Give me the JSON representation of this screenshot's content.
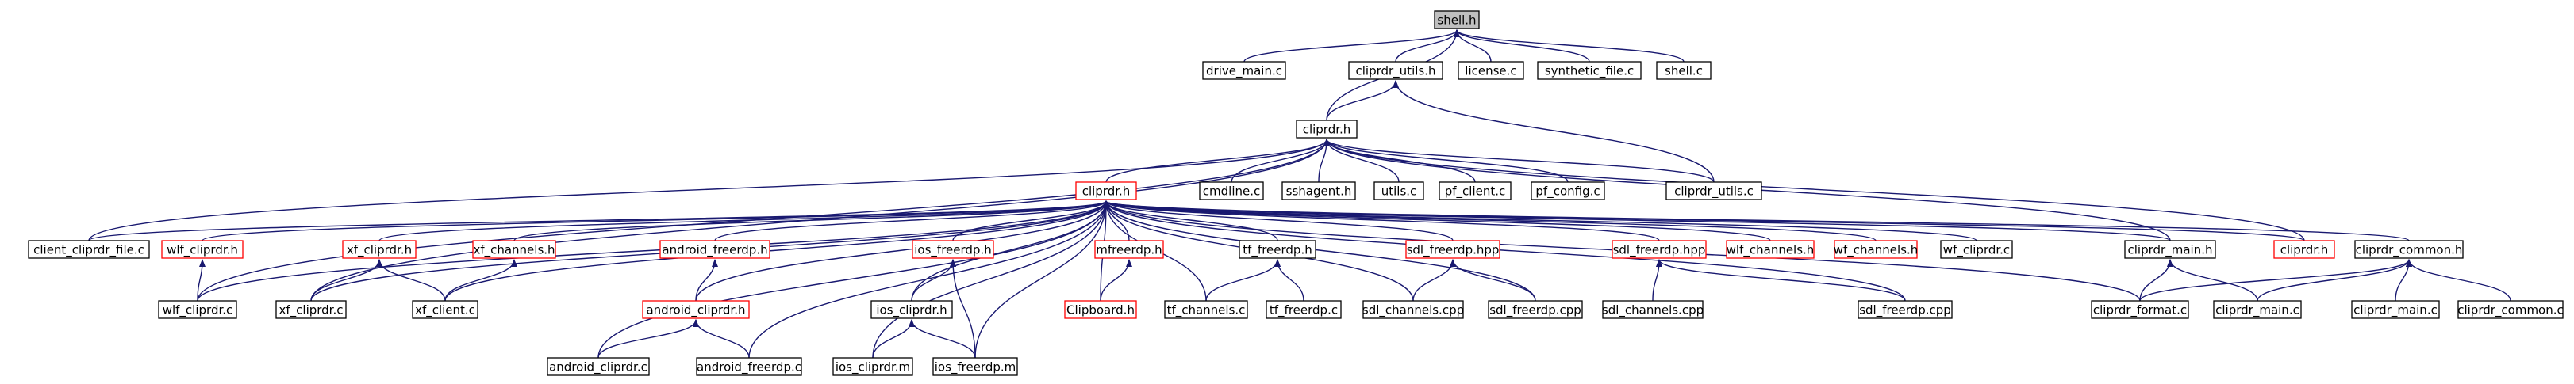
{
  "graph": {
    "type": "include-dependency-graph",
    "edge_color": "#191970",
    "node_colors": {
      "root_fill": "#bfbfbf",
      "normal_border": "#000000",
      "truncated_border": "#ff0000"
    },
    "nodes": [
      {
        "id": "shell_h",
        "label": "shell.h",
        "kind": "root"
      },
      {
        "id": "drive_main_c",
        "label": "drive_main.c",
        "kind": "black"
      },
      {
        "id": "cliprdr_utils_h",
        "label": "cliprdr_utils.h",
        "kind": "black"
      },
      {
        "id": "license_c",
        "label": "license.c",
        "kind": "black"
      },
      {
        "id": "synthetic_file_c",
        "label": "synthetic_file.c",
        "kind": "black"
      },
      {
        "id": "shell_c",
        "label": "shell.c",
        "kind": "black"
      },
      {
        "id": "cliprdr_h_mid",
        "label": "cliprdr.h",
        "kind": "black"
      },
      {
        "id": "cmdline_c",
        "label": "cmdline.c",
        "kind": "black"
      },
      {
        "id": "sshagent_h",
        "label": "sshagent.h",
        "kind": "black"
      },
      {
        "id": "utils_c",
        "label": "utils.c",
        "kind": "black"
      },
      {
        "id": "pf_client_c",
        "label": "pf_client.c",
        "kind": "black"
      },
      {
        "id": "pf_config_c",
        "label": "pf_config.c",
        "kind": "black"
      },
      {
        "id": "cliprdr_utils_c",
        "label": "cliprdr_utils.c",
        "kind": "black"
      },
      {
        "id": "cliprdr_h_red",
        "label": "cliprdr.h",
        "kind": "red"
      },
      {
        "id": "client_cliprdr_file_c",
        "label": "client_cliprdr_file.c",
        "kind": "black"
      },
      {
        "id": "wlf_cliprdr_h",
        "label": "wlf_cliprdr.h",
        "kind": "red"
      },
      {
        "id": "xf_cliprdr_h",
        "label": "xf_cliprdr.h",
        "kind": "red"
      },
      {
        "id": "xf_channels_h",
        "label": "xf_channels.h",
        "kind": "red"
      },
      {
        "id": "android_freerdp_h",
        "label": "android_freerdp.h",
        "kind": "red"
      },
      {
        "id": "ios_freerdp_h",
        "label": "ios_freerdp.h",
        "kind": "red"
      },
      {
        "id": "mfreerdp_h",
        "label": "mfreerdp.h",
        "kind": "red"
      },
      {
        "id": "tf_freerdp_h",
        "label": "tf_freerdp.h",
        "kind": "black"
      },
      {
        "id": "sdl_freerdp_hpp_1",
        "label": "sdl_freerdp.hpp",
        "kind": "red"
      },
      {
        "id": "sdl_freerdp_hpp_2",
        "label": "sdl_freerdp.hpp",
        "kind": "red"
      },
      {
        "id": "wlf_channels_h",
        "label": "wlf_channels.h",
        "kind": "red"
      },
      {
        "id": "wf_channels_h",
        "label": "wf_channels.h",
        "kind": "red"
      },
      {
        "id": "wf_cliprdr_c",
        "label": "wf_cliprdr.c",
        "kind": "black"
      },
      {
        "id": "cliprdr_main_h",
        "label": "cliprdr_main.h",
        "kind": "black"
      },
      {
        "id": "cliprdr_h_red2",
        "label": "cliprdr.h",
        "kind": "red"
      },
      {
        "id": "cliprdr_common_h",
        "label": "cliprdr_common.h",
        "kind": "black"
      },
      {
        "id": "wlf_cliprdr_c",
        "label": "wlf_cliprdr.c",
        "kind": "black"
      },
      {
        "id": "xf_cliprdr_c",
        "label": "xf_cliprdr.c",
        "kind": "black"
      },
      {
        "id": "xf_client_c",
        "label": "xf_client.c",
        "kind": "black"
      },
      {
        "id": "android_cliprdr_h",
        "label": "android_cliprdr.h",
        "kind": "red"
      },
      {
        "id": "ios_cliprdr_h",
        "label": "ios_cliprdr.h",
        "kind": "black"
      },
      {
        "id": "clipboard_h",
        "label": "Clipboard.h",
        "kind": "red"
      },
      {
        "id": "tf_channels_c",
        "label": "tf_channels.c",
        "kind": "black"
      },
      {
        "id": "tf_freerdp_c",
        "label": "tf_freerdp.c",
        "kind": "black"
      },
      {
        "id": "sdl_channels_cpp_1",
        "label": "sdl_channels.cpp",
        "kind": "black"
      },
      {
        "id": "sdl_freerdp_cpp_1",
        "label": "sdl_freerdp.cpp",
        "kind": "black"
      },
      {
        "id": "sdl_channels_cpp_2",
        "label": "sdl_channels.cpp",
        "kind": "black"
      },
      {
        "id": "sdl_freerdp_cpp_2",
        "label": "sdl_freerdp.cpp",
        "kind": "black"
      },
      {
        "id": "cliprdr_format_c",
        "label": "cliprdr_format.c",
        "kind": "black"
      },
      {
        "id": "cliprdr_main_c_1",
        "label": "cliprdr_main.c",
        "kind": "black"
      },
      {
        "id": "cliprdr_main_c_2",
        "label": "cliprdr_main.c",
        "kind": "black"
      },
      {
        "id": "cliprdr_common_c",
        "label": "cliprdr_common.c",
        "kind": "black"
      },
      {
        "id": "android_cliprdr_c",
        "label": "android_cliprdr.c",
        "kind": "black"
      },
      {
        "id": "android_freerdp_c",
        "label": "android_freerdp.c",
        "kind": "black"
      },
      {
        "id": "ios_cliprdr_m",
        "label": "ios_cliprdr.m",
        "kind": "black"
      },
      {
        "id": "ios_freerdp_m",
        "label": "ios_freerdp.m",
        "kind": "black"
      }
    ],
    "edges": [
      [
        "drive_main_c",
        "shell_h"
      ],
      [
        "cliprdr_utils_h",
        "shell_h"
      ],
      [
        "license_c",
        "shell_h"
      ],
      [
        "synthetic_file_c",
        "shell_h"
      ],
      [
        "shell_c",
        "shell_h"
      ],
      [
        "cliprdr_h_mid",
        "shell_h"
      ],
      [
        "cliprdr_h_mid",
        "cliprdr_utils_h"
      ],
      [
        "cliprdr_utils_c",
        "cliprdr_utils_h"
      ],
      [
        "cliprdr_h_red",
        "cliprdr_h_mid"
      ],
      [
        "cmdline_c",
        "cliprdr_h_mid"
      ],
      [
        "sshagent_h",
        "cliprdr_h_mid"
      ],
      [
        "utils_c",
        "cliprdr_h_mid"
      ],
      [
        "pf_client_c",
        "cliprdr_h_mid"
      ],
      [
        "pf_config_c",
        "cliprdr_h_mid"
      ],
      [
        "cliprdr_utils_c",
        "cliprdr_h_mid"
      ],
      [
        "client_cliprdr_file_c",
        "cliprdr_h_mid"
      ],
      [
        "wlf_cliprdr_c",
        "cliprdr_h_mid"
      ],
      [
        "xf_cliprdr_c",
        "cliprdr_h_mid"
      ],
      [
        "cliprdr_h_red2",
        "cliprdr_h_mid"
      ],
      [
        "cliprdr_main_h",
        "cliprdr_h_mid"
      ],
      [
        "client_cliprdr_file_c",
        "cliprdr_h_red"
      ],
      [
        "wlf_cliprdr_h",
        "cliprdr_h_red"
      ],
      [
        "xf_cliprdr_h",
        "cliprdr_h_red"
      ],
      [
        "xf_channels_h",
        "cliprdr_h_red"
      ],
      [
        "android_freerdp_h",
        "cliprdr_h_red"
      ],
      [
        "ios_freerdp_h",
        "cliprdr_h_red"
      ],
      [
        "mfreerdp_h",
        "cliprdr_h_red"
      ],
      [
        "tf_freerdp_h",
        "cliprdr_h_red"
      ],
      [
        "sdl_freerdp_hpp_1",
        "cliprdr_h_red"
      ],
      [
        "sdl_freerdp_hpp_2",
        "cliprdr_h_red"
      ],
      [
        "wlf_channels_h",
        "cliprdr_h_red"
      ],
      [
        "wf_channels_h",
        "cliprdr_h_red"
      ],
      [
        "wf_cliprdr_c",
        "cliprdr_h_red"
      ],
      [
        "cliprdr_main_h",
        "cliprdr_h_red"
      ],
      [
        "cliprdr_h_red2",
        "cliprdr_h_red"
      ],
      [
        "cliprdr_common_h",
        "cliprdr_h_red"
      ],
      [
        "wlf_cliprdr_c",
        "cliprdr_h_red"
      ],
      [
        "xf_cliprdr_c",
        "cliprdr_h_red"
      ],
      [
        "xf_client_c",
        "cliprdr_h_red"
      ],
      [
        "android_cliprdr_h",
        "cliprdr_h_red"
      ],
      [
        "android_cliprdr_c",
        "cliprdr_h_red"
      ],
      [
        "android_freerdp_c",
        "cliprdr_h_red"
      ],
      [
        "ios_cliprdr_h",
        "cliprdr_h_red"
      ],
      [
        "ios_cliprdr_m",
        "cliprdr_h_red"
      ],
      [
        "ios_freerdp_m",
        "cliprdr_h_red"
      ],
      [
        "clipboard_h",
        "cliprdr_h_red"
      ],
      [
        "tf_channels_c",
        "cliprdr_h_red"
      ],
      [
        "sdl_channels_cpp_1",
        "cliprdr_h_red"
      ],
      [
        "sdl_freerdp_cpp_1",
        "cliprdr_h_red"
      ],
      [
        "cliprdr_format_c",
        "cliprdr_h_red"
      ],
      [
        "sdl_freerdp_cpp_2",
        "cliprdr_h_red"
      ],
      [
        "wlf_cliprdr_c",
        "wlf_cliprdr_h"
      ],
      [
        "xf_cliprdr_c",
        "xf_cliprdr_h"
      ],
      [
        "xf_client_c",
        "xf_cliprdr_h"
      ],
      [
        "xf_client_c",
        "xf_channels_h"
      ],
      [
        "android_cliprdr_h",
        "android_freerdp_h"
      ],
      [
        "android_cliprdr_c",
        "android_cliprdr_h"
      ],
      [
        "android_freerdp_c",
        "android_cliprdr_h"
      ],
      [
        "ios_cliprdr_h",
        "ios_freerdp_h"
      ],
      [
        "ios_freerdp_m",
        "ios_freerdp_h"
      ],
      [
        "ios_cliprdr_m",
        "ios_cliprdr_h"
      ],
      [
        "ios_freerdp_m",
        "ios_cliprdr_h"
      ],
      [
        "clipboard_h",
        "mfreerdp_h"
      ],
      [
        "tf_channels_c",
        "tf_freerdp_h"
      ],
      [
        "tf_freerdp_c",
        "tf_freerdp_h"
      ],
      [
        "sdl_channels_cpp_1",
        "sdl_freerdp_hpp_1"
      ],
      [
        "sdl_freerdp_cpp_1",
        "sdl_freerdp_hpp_1"
      ],
      [
        "sdl_channels_cpp_2",
        "sdl_freerdp_hpp_2"
      ],
      [
        "sdl_freerdp_cpp_2",
        "sdl_freerdp_hpp_2"
      ],
      [
        "cliprdr_format_c",
        "cliprdr_main_h"
      ],
      [
        "cliprdr_main_c_1",
        "cliprdr_main_h"
      ],
      [
        "cliprdr_format_c",
        "cliprdr_common_h"
      ],
      [
        "cliprdr_main_c_1",
        "cliprdr_common_h"
      ],
      [
        "cliprdr_main_c_2",
        "cliprdr_common_h"
      ],
      [
        "cliprdr_common_c",
        "cliprdr_common_h"
      ]
    ]
  }
}
